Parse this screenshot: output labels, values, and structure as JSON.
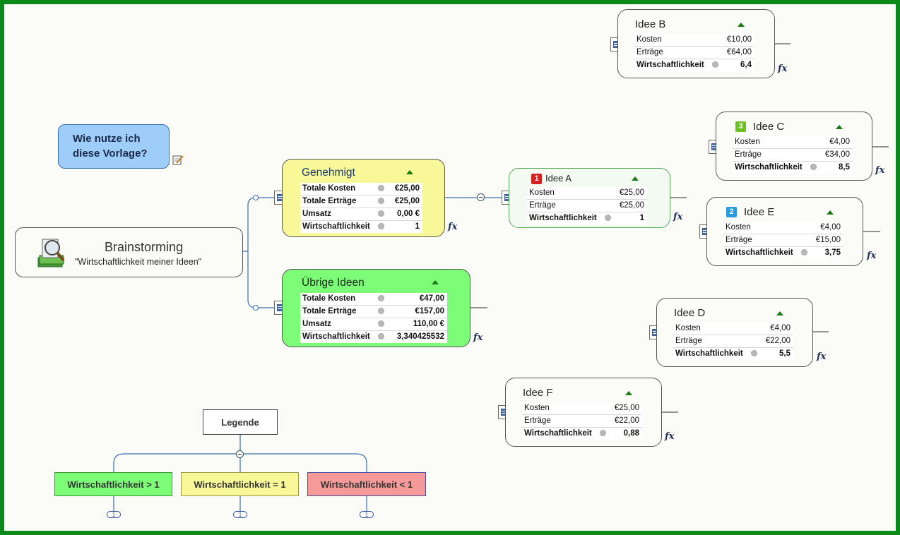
{
  "colors": {
    "frame": "#0a8a18",
    "canvas": "#fbfcf8",
    "yellow": "#f8f898",
    "green": "#7dfc78",
    "blue": "#9dcdf8",
    "light_green": "#f2faf2",
    "red": "#f59a98",
    "accent": "#1a7a12",
    "branch_line": "#3a6fb0"
  },
  "help_topic": {
    "line1": "Wie nutze ich",
    "line2": "diese Vorlage?",
    "icon": "edit-note-icon"
  },
  "central": {
    "title": "Brainstorming",
    "subtitle": "\"Wirtschaftlichkeit meiner Ideen\"",
    "icon": "money-magnifier-icon"
  },
  "approved": {
    "title": "Genehmigt",
    "rows": [
      {
        "label": "Totale Kosten",
        "value": "€25,00"
      },
      {
        "label": "Totale Erträge",
        "value": "€25,00"
      },
      {
        "label": "Umsatz",
        "value": "0,00 €"
      },
      {
        "label": "Wirtschaftlichkeit",
        "value": "1"
      }
    ],
    "fx": "fx"
  },
  "other": {
    "title": "Übrige Ideen",
    "rows": [
      {
        "label": "Totale Kosten",
        "value": "€47,00"
      },
      {
        "label": "Totale Erträge",
        "value": "€157,00"
      },
      {
        "label": "Umsatz",
        "value": "110,00 €"
      },
      {
        "label": "Wirtschaftlichkeit",
        "value": "3,340425532"
      }
    ],
    "fx": "fx"
  },
  "ideas": {
    "a": {
      "title": "Idee A",
      "priority": "1",
      "rows": [
        {
          "label": "Kosten",
          "value": "€25,00"
        },
        {
          "label": "Erträge",
          "value": "€25,00"
        },
        {
          "label": "Wirtschaftlichkeit",
          "value": "1"
        }
      ],
      "fx": "fx"
    },
    "b": {
      "title": "Idee B",
      "rows": [
        {
          "label": "Kosten",
          "value": "€10,00"
        },
        {
          "label": "Erträge",
          "value": "€64,00"
        },
        {
          "label": "Wirtschaftlichkeit",
          "value": "6,4"
        }
      ],
      "fx": "fx"
    },
    "c": {
      "title": "Idee C",
      "priority": "3",
      "rows": [
        {
          "label": "Kosten",
          "value": "€4,00"
        },
        {
          "label": "Erträge",
          "value": "€34,00"
        },
        {
          "label": "Wirtschaftlichkeit",
          "value": "8,5"
        }
      ],
      "fx": "fx"
    },
    "e": {
      "title": "Idee E",
      "priority": "2",
      "rows": [
        {
          "label": "Kosten",
          "value": "€4,00"
        },
        {
          "label": "Erträge",
          "value": "€15,00"
        },
        {
          "label": "Wirtschaftlichkeit",
          "value": "3,75"
        }
      ],
      "fx": "fx"
    },
    "d": {
      "title": "Idee D",
      "rows": [
        {
          "label": "Kosten",
          "value": "€4,00"
        },
        {
          "label": "Erträge",
          "value": "€22,00"
        },
        {
          "label": "Wirtschaftlichkeit",
          "value": "5,5"
        }
      ],
      "fx": "fx"
    },
    "f": {
      "title": "Idee F",
      "rows": [
        {
          "label": "Kosten",
          "value": "€25,00"
        },
        {
          "label": "Erträge",
          "value": "€22,00"
        },
        {
          "label": "Wirtschaftlichkeit",
          "value": "0,88"
        }
      ],
      "fx": "fx"
    }
  },
  "legend": {
    "title": "Legende",
    "items": [
      {
        "label": "Wirtschaftlichkeit > 1",
        "count": "1"
      },
      {
        "label": "Wirtschaftlichkeit = 1",
        "count": "1"
      },
      {
        "label": "Wirtschaftlichkeit < 1",
        "count": "1"
      }
    ]
  }
}
